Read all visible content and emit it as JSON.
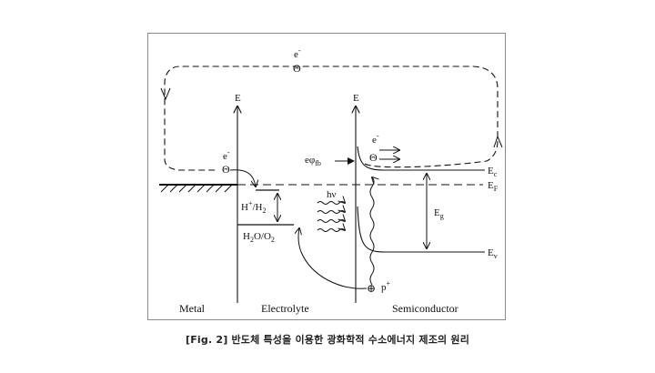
{
  "diagram": {
    "electron_label": "e",
    "electron_superscript": "-",
    "electron_symbol": "Θ",
    "energy_axis_metal": "E",
    "energy_axis_semi": "E",
    "redox_h": "H",
    "redox_h_sup": "+",
    "redox_h2": "/H",
    "redox_h2_sub": "2",
    "redox_water": "H",
    "redox_water_sub1": "2",
    "redox_water_mid": "O/O",
    "redox_water_sub2": "2",
    "flatband": "eφ",
    "flatband_sub": "fb",
    "photon": "hν",
    "band_ec": "E",
    "band_ec_sub": "c",
    "band_ef": "E",
    "band_ef_sub": "F",
    "band_eg": "E",
    "band_eg_sub": "g",
    "band_ev": "E",
    "band_ev_sub": "v",
    "hole_label": "p",
    "hole_sup": "+",
    "hole_symbol": "⊕",
    "region_metal": "Metal",
    "region_electrolyte": "Electrolyte",
    "region_semiconductor": "Semiconductor"
  },
  "caption": "[Fig. 2] 반도체 특성을 이용한 광화학적 수소에너지 제조의 원리",
  "colors": {
    "line": "#111111",
    "frame": "#8a8a8a",
    "caption": "#222222"
  }
}
